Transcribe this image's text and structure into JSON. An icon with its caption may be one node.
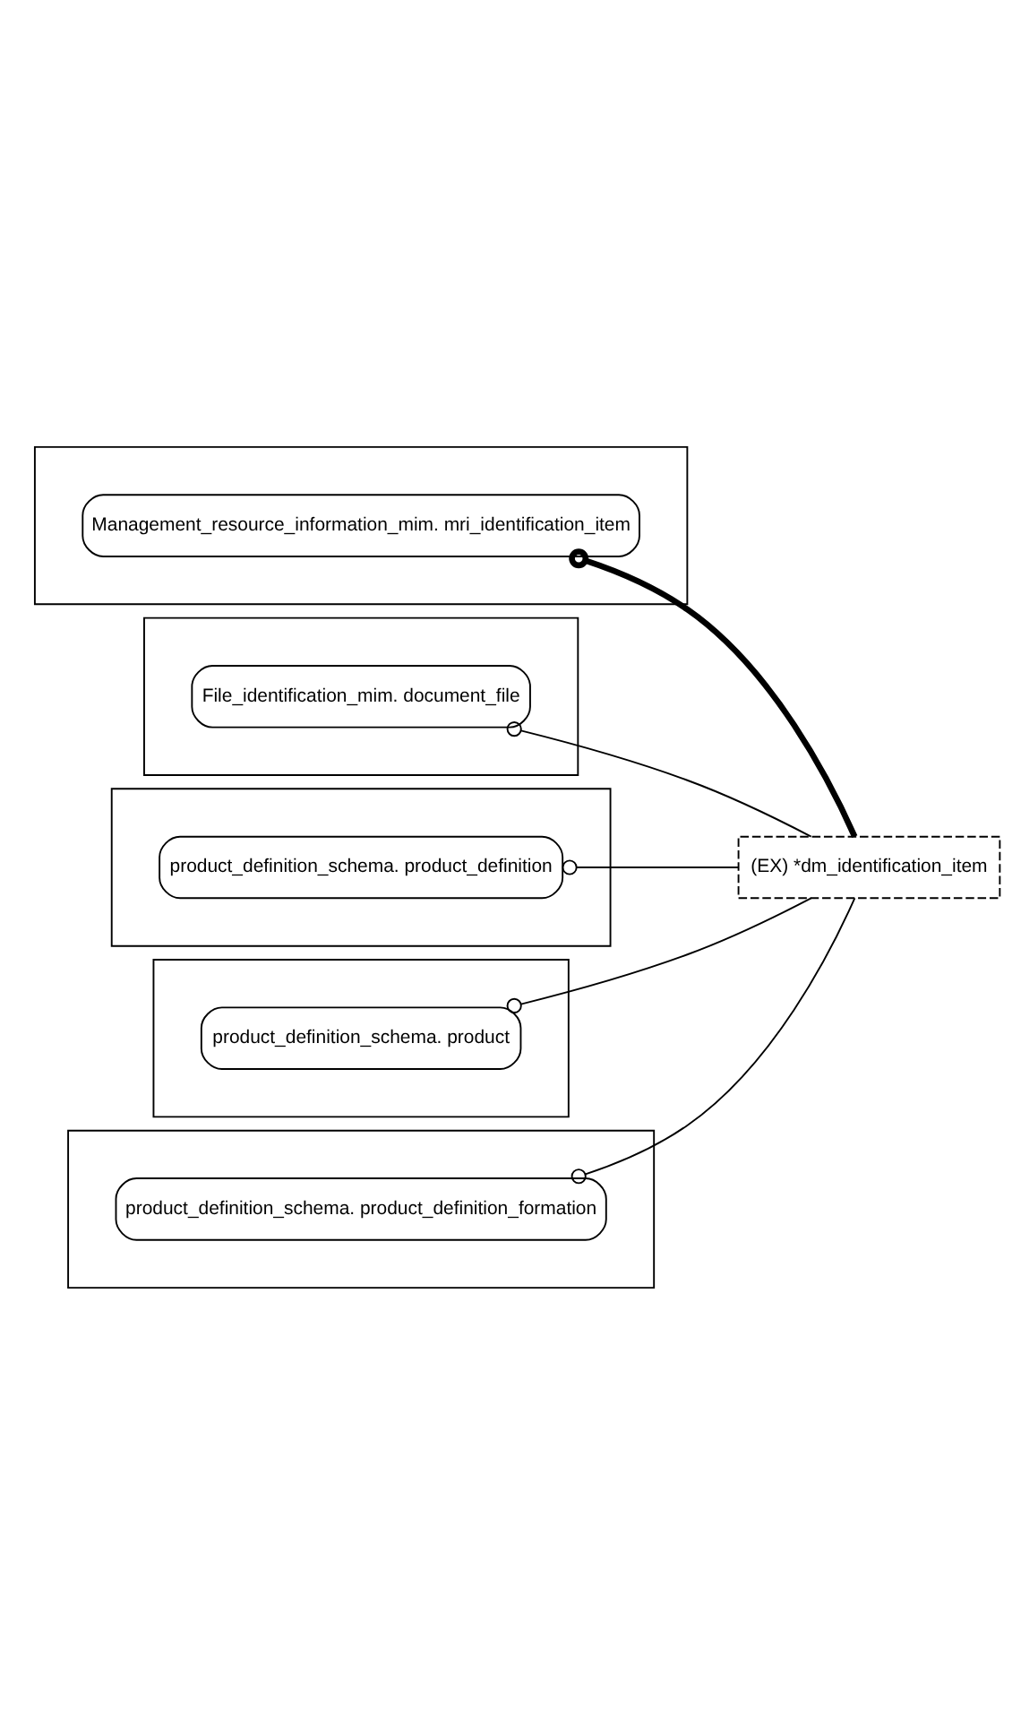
{
  "diagram": {
    "nodes": [
      {
        "text": [],
        "shape": "box"
      },
      {
        "text": [
          "Management_resource_information_mim. mri_identification_item"
        ],
        "in": 0
      },
      {
        "text": [
          "(EX) *dm_identification_item"
        ]
      },
      {
        "text": [],
        "shape": "box"
      },
      {
        "text": [
          "File_identification_mim. document_file"
        ],
        "in": 3
      },
      {
        "text": [],
        "shape": "box"
      },
      {
        "text": [
          "product_definition_schema. product_definition"
        ],
        "in": 5
      },
      {
        "text": [],
        "shape": "box"
      },
      {
        "text": [
          "product_definition_schema. product"
        ],
        "in": 7
      },
      {
        "text": [],
        "shape": "box"
      },
      {
        "text": [
          "product_definition_schema. product_definition_formation"
        ],
        "in": 9
      }
    ],
    "edges": [
      {
        "from": 2,
        "to": 1,
        "arrow": "other",
        "style": "thick"
      },
      {
        "from": 2,
        "to": 4,
        "arrow": "other"
      },
      {
        "from": 2,
        "to": 6,
        "arrow": "other"
      },
      {
        "from": 2,
        "to": 8,
        "arrow": "other"
      },
      {
        "from": 2,
        "to": 10,
        "arrow": "other"
      }
    ]
  }
}
